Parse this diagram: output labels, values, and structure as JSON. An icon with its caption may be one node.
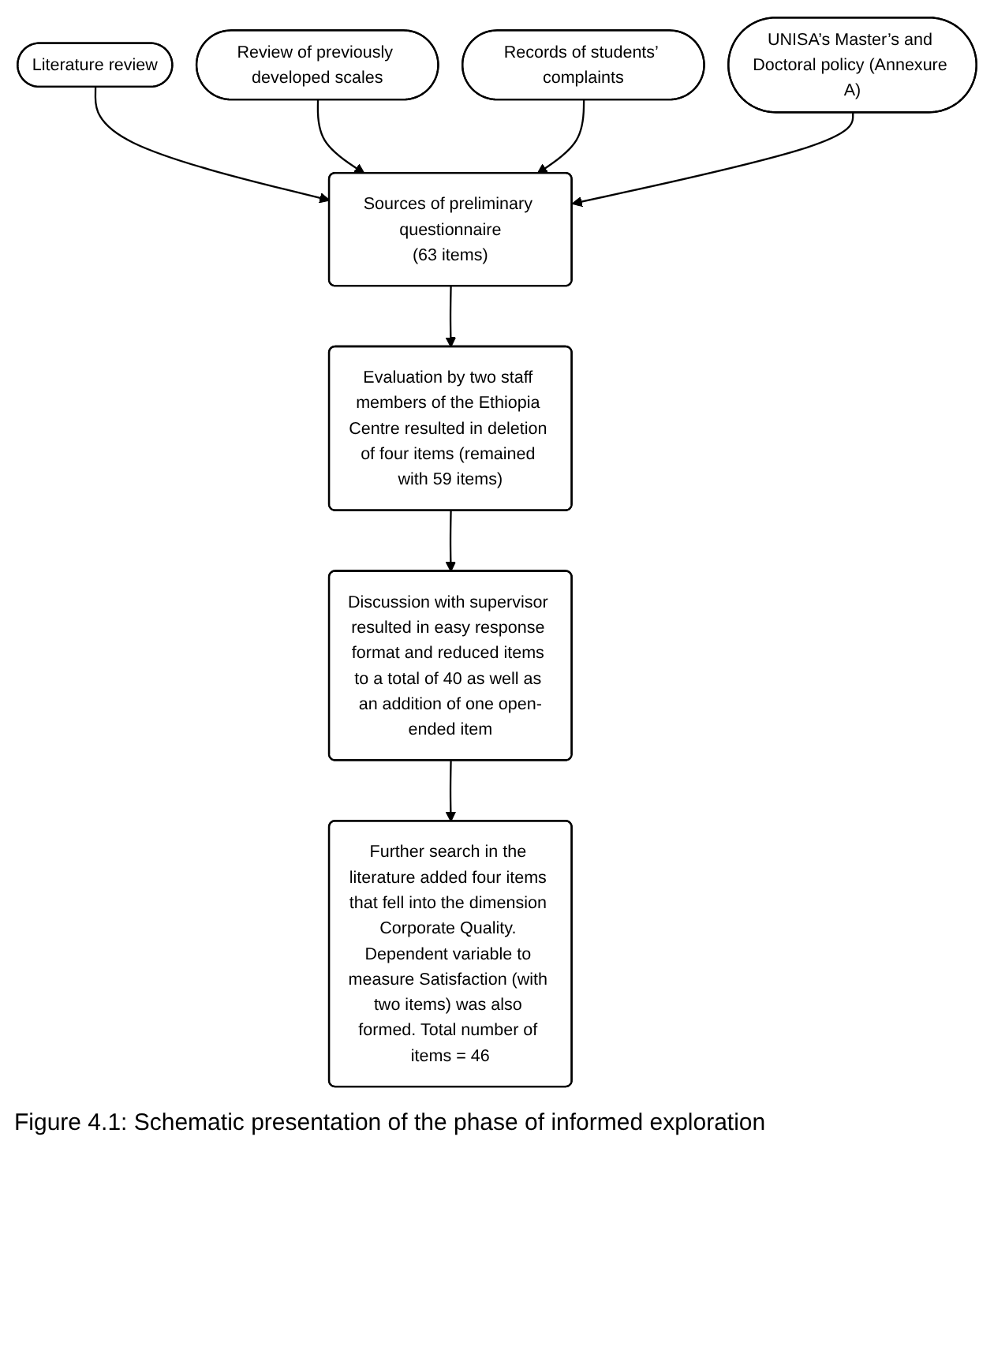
{
  "diagram": {
    "caption": "Figure 4.1: Schematic presentation of the phase of informed exploration",
    "nodes": [
      {
        "text": [
          "Sources of preliminary questionnaire",
          "(63 items)"
        ]
      },
      {
        "text": [
          "Literature review"
        ]
      },
      {
        "text": [
          "Review of previously developed scales"
        ]
      },
      {
        "text": [
          "Records of students’ complaints"
        ]
      },
      {
        "text": [
          "UNISA’s Master’s and Doctoral policy (Annexure A)"
        ]
      },
      {
        "text": [
          "Evaluation by two staff members of the Ethiopia Centre resulted in deletion of four items (remained with 59 items)"
        ]
      },
      {
        "text": [
          "Discussion with supervisor resulted in easy response format and reduced items to a total of 40 as well as an addition of one open-ended item"
        ]
      },
      {
        "text": [
          "Further search in the literature added four items that fell into the dimension Corporate Quality. Dependent variable to measure Satisfaction (with two items) was also formed. Total number of items = 46"
        ]
      }
    ],
    "edges": [
      {
        "from": 1,
        "to": 0,
        "arrow": "to"
      },
      {
        "from": 2,
        "to": 0,
        "arrow": "to"
      },
      {
        "from": 3,
        "to": 0,
        "arrow": "to"
      },
      {
        "from": 4,
        "to": 0,
        "arrow": "to"
      },
      {
        "from": 0,
        "to": 5,
        "arrow": "to"
      },
      {
        "from": 5,
        "to": 6,
        "arrow": "to"
      },
      {
        "from": 6,
        "to": 7,
        "arrow": "to"
      }
    ]
  }
}
